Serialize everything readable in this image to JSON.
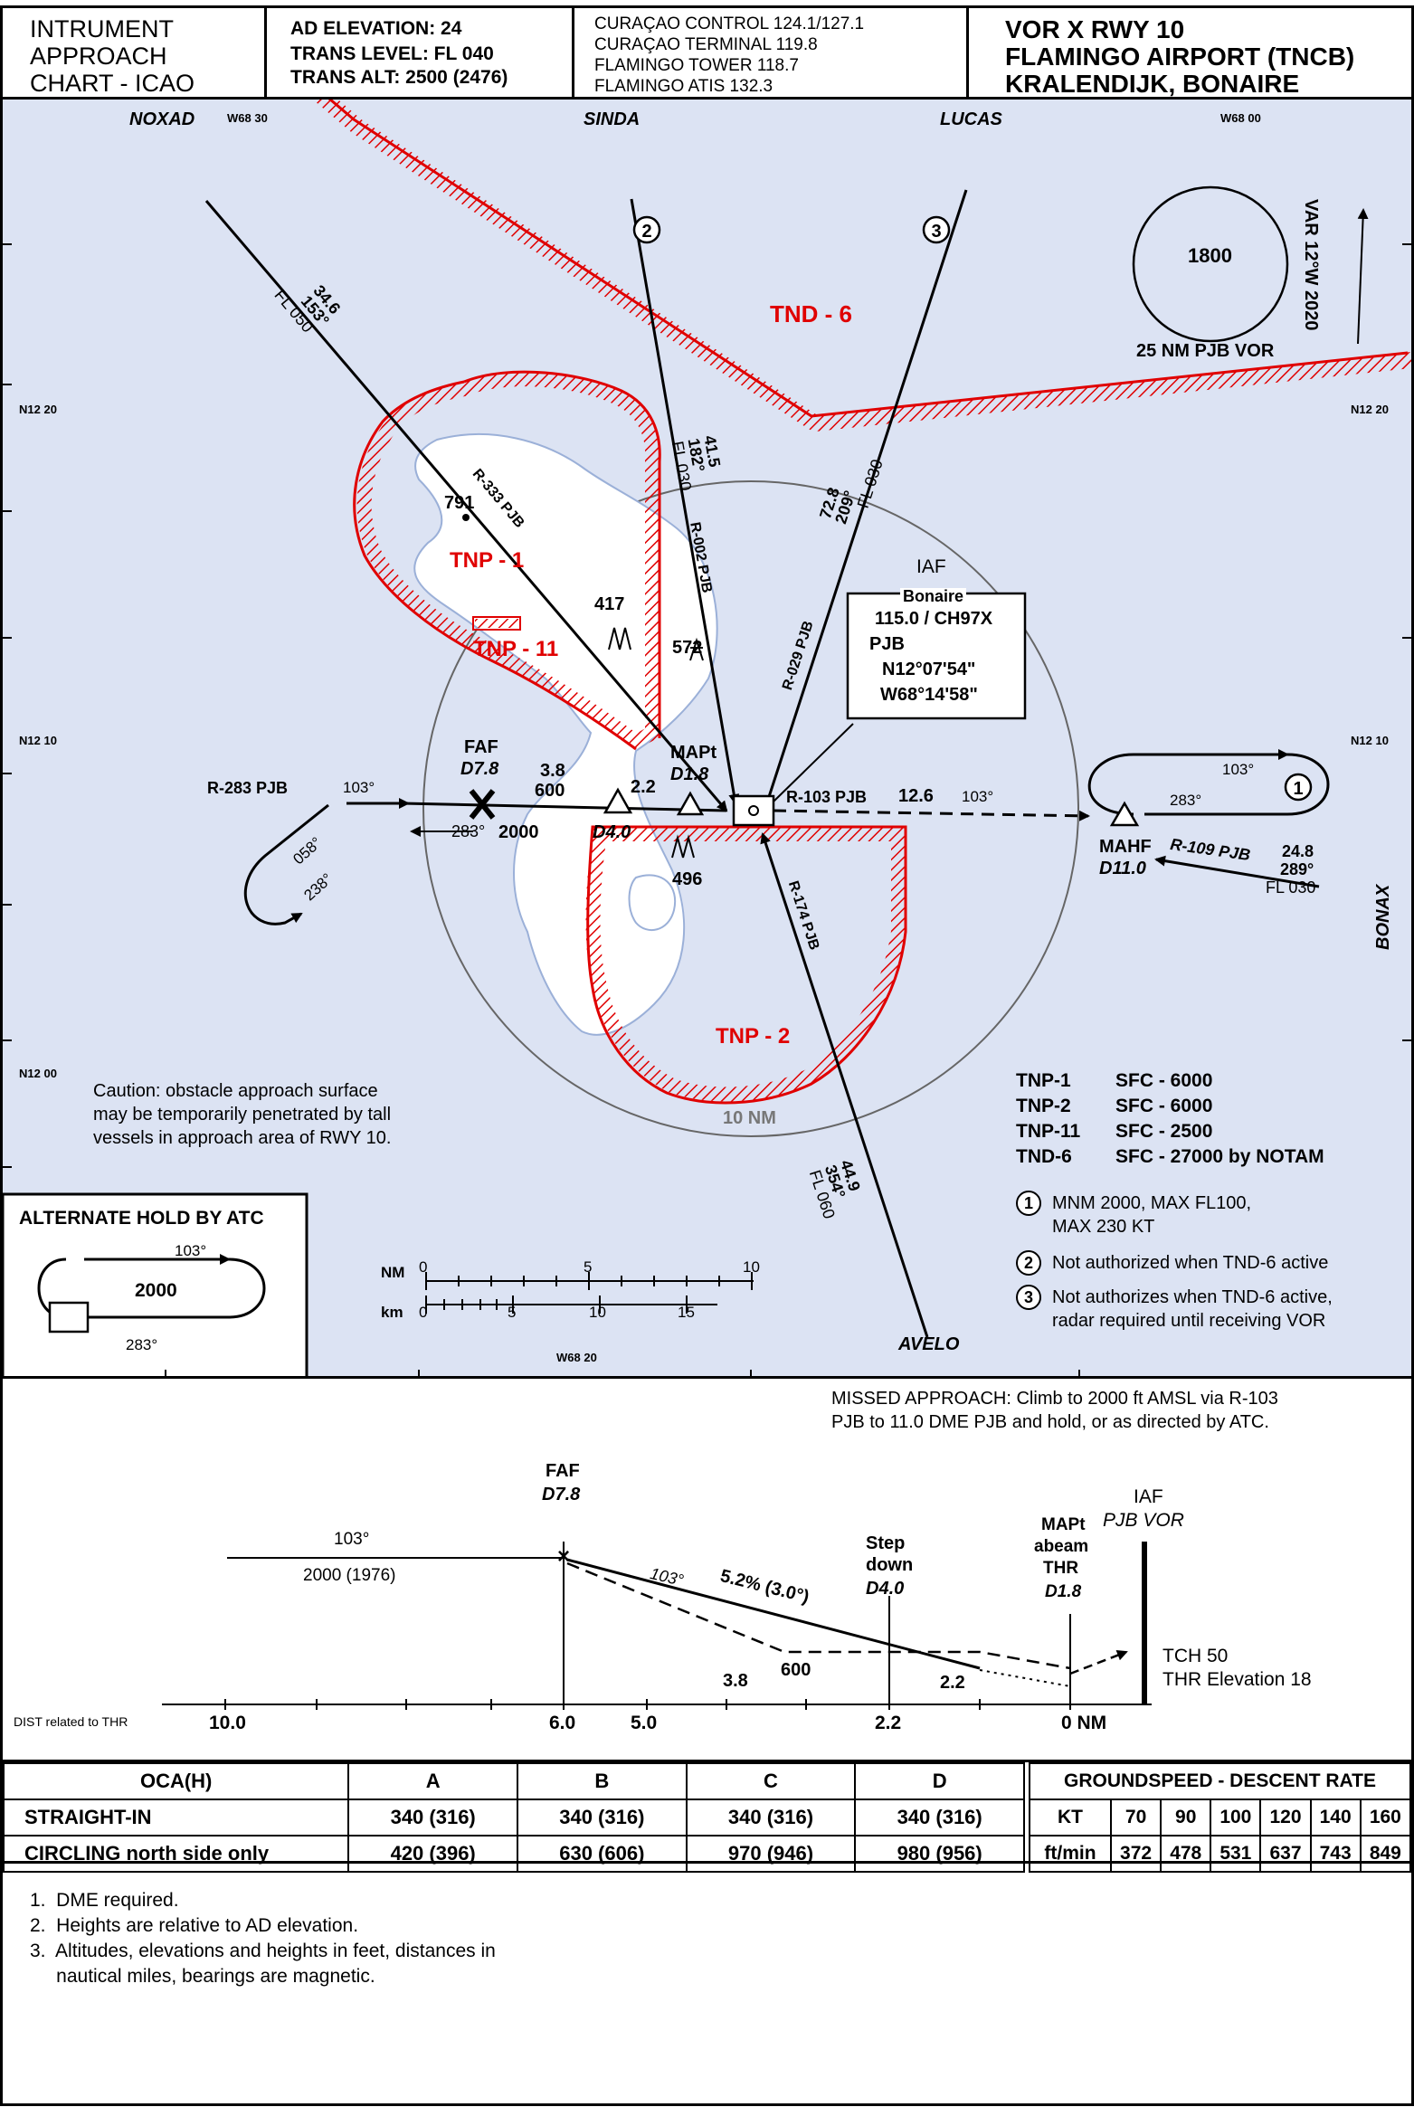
{
  "header": {
    "chart_type": [
      "INTRUMENT",
      "APPROACH",
      "CHART - ICAO"
    ],
    "ad_elevation": "AD ELEVATION: 24",
    "trans_level": "TRANS LEVEL: FL 040",
    "trans_alt": "TRANS ALT: 2500 (2476)",
    "freqs": [
      "CURAÇAO CONTROL 124.1/127.1",
      "CURAÇAO TERMINAL 119.8",
      "FLAMINGO TOWER 118.7",
      "FLAMINGO ATIS 132.3"
    ],
    "proc_title": "VOR X RWY 10",
    "airport": "FLAMINGO AIRPORT (TNCB)",
    "city": "KRALENDIJK, BONAIRE"
  },
  "map": {
    "fixes": {
      "noxad": "NOXAD",
      "sinda": "SINDA",
      "lucas": "LUCAS",
      "avelo": "AVELO",
      "bonax": "BONAX"
    },
    "lon_labels": {
      "w68_30": "W68 30",
      "w68_00": "W68 00",
      "w68_20": "W68 20"
    },
    "lat_labels": {
      "n12_20_left": "N12 20",
      "n12_20_right": "N12 20",
      "n12_10_left": "N12 10",
      "n12_10_right": "N12 10",
      "n12_00": "N12 00"
    },
    "msa": {
      "alt": "1800",
      "label": "25 NM PJB VOR"
    },
    "variation": "VAR 12°W 2020",
    "tnd6": "TND - 6",
    "tnp1": "TNP - 1",
    "tnp11": "TNP - 11",
    "tnp2": "TNP - 2",
    "noxad_leg": {
      "dist": "34.6",
      "crs": "153°",
      "fl": "FL 050"
    },
    "sinda_leg": {
      "dist": "41.5",
      "crs": "182°",
      "fl": "FL 030"
    },
    "lucas_leg": {
      "dist": "72.8",
      "crs": "209°",
      "fl": "FL 030"
    },
    "avelo_leg": {
      "dist": "44.9",
      "crs": "354°",
      "fl": "FL 060"
    },
    "bonax_leg": {
      "dist": "24.8",
      "crs": "289°",
      "fl": "FL 030"
    },
    "radials": {
      "r333": "R-333 PJB",
      "r002": "R-002 PJB",
      "r029": "R-029 PJB",
      "r174": "R-174 PJB",
      "r103": "R-103 PJB",
      "r283": "R-283 PJB",
      "r109": "R-109 PJB"
    },
    "obstacles": {
      "o791": "791",
      "o417": "417",
      "o572": "572",
      "o496": "496"
    },
    "iaf_box": {
      "iaf": "IAF",
      "name": "Bonaire",
      "freq": "115.0 / CH97X",
      "ident": "PJB",
      "lat": "N12°07'54\"",
      "lon": "W68°14'58\""
    },
    "faf": {
      "label": "FAF",
      "dme": "D7.8",
      "dist": "3.8",
      "alt": "600"
    },
    "d40": "D4.0",
    "seg22": "2.2",
    "mapt": {
      "label": "MAPt",
      "dme": "D1.8"
    },
    "dist126": "12.6",
    "crs103": "103°",
    "crs283": "283°",
    "alt2000": "2000",
    "proc_turn": {
      "out": "058°",
      "in": "238°",
      "crs103": "103°"
    },
    "mahf": {
      "label": "MAHF",
      "dme": "D11.0"
    },
    "hold": {
      "inb": "103°",
      "out": "283°"
    },
    "ring": "10 NM",
    "caution": [
      "Caution: obstacle approach surface",
      "may be temporarily penetrated by tall",
      "vessels in approach area of RWY 10."
    ],
    "areas": [
      {
        "name": "TNP-1",
        "limits": "SFC - 6000"
      },
      {
        "name": "TNP-2",
        "limits": "SFC - 6000"
      },
      {
        "name": "TNP-11",
        "limits": "SFC - 2500"
      },
      {
        "name": "TND-6",
        "limits": "SFC - 27000 by NOTAM"
      }
    ],
    "notes": [
      {
        "num": "1",
        "text": [
          "MNM 2000, MAX FL100,",
          "MAX 230 KT"
        ]
      },
      {
        "num": "2",
        "text": [
          "Not authorized when TND-6 active"
        ]
      },
      {
        "num": "3",
        "text": [
          "Not authorizes when TND-6 active,",
          "radar required until receiving VOR"
        ]
      }
    ],
    "alt_hold": {
      "title": "ALTERNATE HOLD BY ATC",
      "inb": "103°",
      "alt": "2000",
      "out": "283°"
    },
    "scale": {
      "nm": "NM",
      "km": "km",
      "nm_ticks": [
        "0",
        "5",
        "10"
      ],
      "km_ticks": [
        "0",
        "5",
        "10",
        "15"
      ]
    }
  },
  "missed": [
    "MISSED APPROACH: Climb to 2000 ft AMSL via R-103",
    "PJB to 11.0 DME PJB and hold, or as directed by ATC."
  ],
  "profile": {
    "crs": "103°",
    "alt": "2000 (1976)",
    "faf": "FAF",
    "faf_dme": "D7.8",
    "seg_crs": "103°",
    "gradient": "5.2% (3.0°)",
    "step": [
      "Step",
      "down"
    ],
    "step_dme": "D4.0",
    "mapt": [
      "MAPt",
      "abeam",
      "THR"
    ],
    "mapt_dme": "D1.8",
    "iaf": "IAF",
    "iaf_name": "PJB VOR",
    "seg_dist": "3.8",
    "seg_alt": "600",
    "seg2": "2.2",
    "tch": "TCH 50",
    "thr_elev": "THR Elevation 18",
    "dist_note": "DIST related to THR",
    "axis": [
      "10.0",
      "6.0",
      "5.0",
      "2.2",
      "0 NM"
    ]
  },
  "minima": {
    "headers": [
      "OCA(H)",
      "A",
      "B",
      "C",
      "D"
    ],
    "rows": [
      {
        "label": "STRAIGHT-IN",
        "vals": [
          "340 (316)",
          "340 (316)",
          "340 (316)",
          "340 (316)"
        ]
      },
      {
        "label": "CIRCLING north side only",
        "vals": [
          "420 (396)",
          "630 (606)",
          "970 (946)",
          "980 (956)"
        ]
      }
    ]
  },
  "groundspeed": {
    "title": "GROUNDSPEED - DESCENT RATE",
    "kt_label": "KT",
    "kt": [
      "70",
      "90",
      "100",
      "120",
      "140",
      "160"
    ],
    "fpm_label": "ft/min",
    "fpm": [
      "372",
      "478",
      "531",
      "637",
      "743",
      "849"
    ]
  },
  "footnotes": [
    "1.  DME required.",
    "2.  Heights are relative to AD elevation.",
    "3.  Altitudes, elevations and heights in feet, distances in",
    "     nautical miles, bearings are magnetic."
  ]
}
